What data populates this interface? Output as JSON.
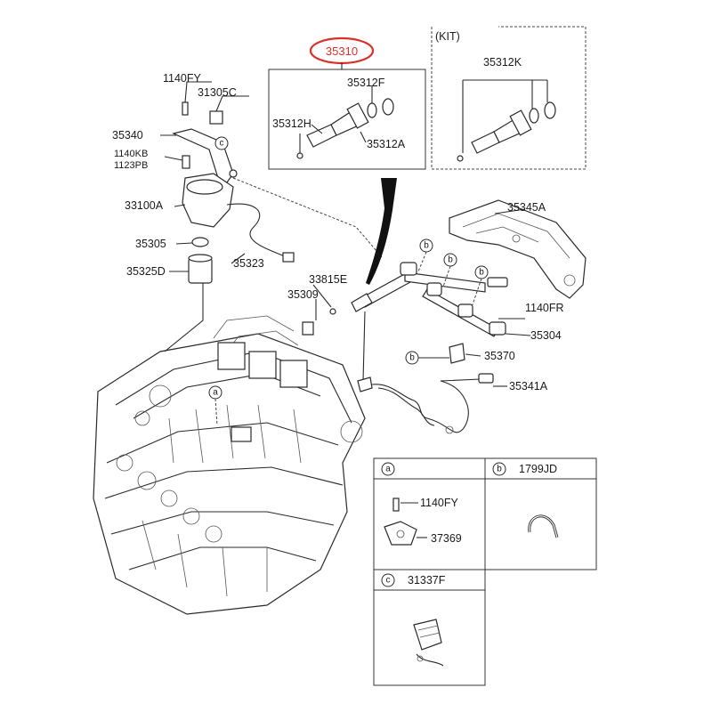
{
  "highlight": {
    "part_number": "35310",
    "color": "#d9302a"
  },
  "kit_box": {
    "label": "(KIT)"
  },
  "callouts": {
    "p1140fy": "1140FY",
    "p31305c": "31305C",
    "p35340": "35340",
    "p1140kb": "1140KB",
    "p1123pb": "1123PB",
    "p33100a": "33100A",
    "p35305": "35305",
    "p35325d": "35325D",
    "p35323": "35323",
    "p35312f": "35312F",
    "p35312h": "35312H",
    "p35312a": "35312A",
    "p35312k": "35312K",
    "p35345a": "35345A",
    "p33815e": "33815E",
    "p35309": "35309",
    "p1140fr": "1140FR",
    "p35304": "35304",
    "p35370": "35370",
    "p35341a": "35341A"
  },
  "marker_letters": {
    "a": "a",
    "b": "b",
    "c": "c"
  },
  "detail_boxes": {
    "a": {
      "letter": "a",
      "items": [
        "1140FY",
        "37369"
      ]
    },
    "b": {
      "letter": "b",
      "part": "1799JD"
    },
    "c": {
      "letter": "c",
      "part": "31337F"
    }
  }
}
